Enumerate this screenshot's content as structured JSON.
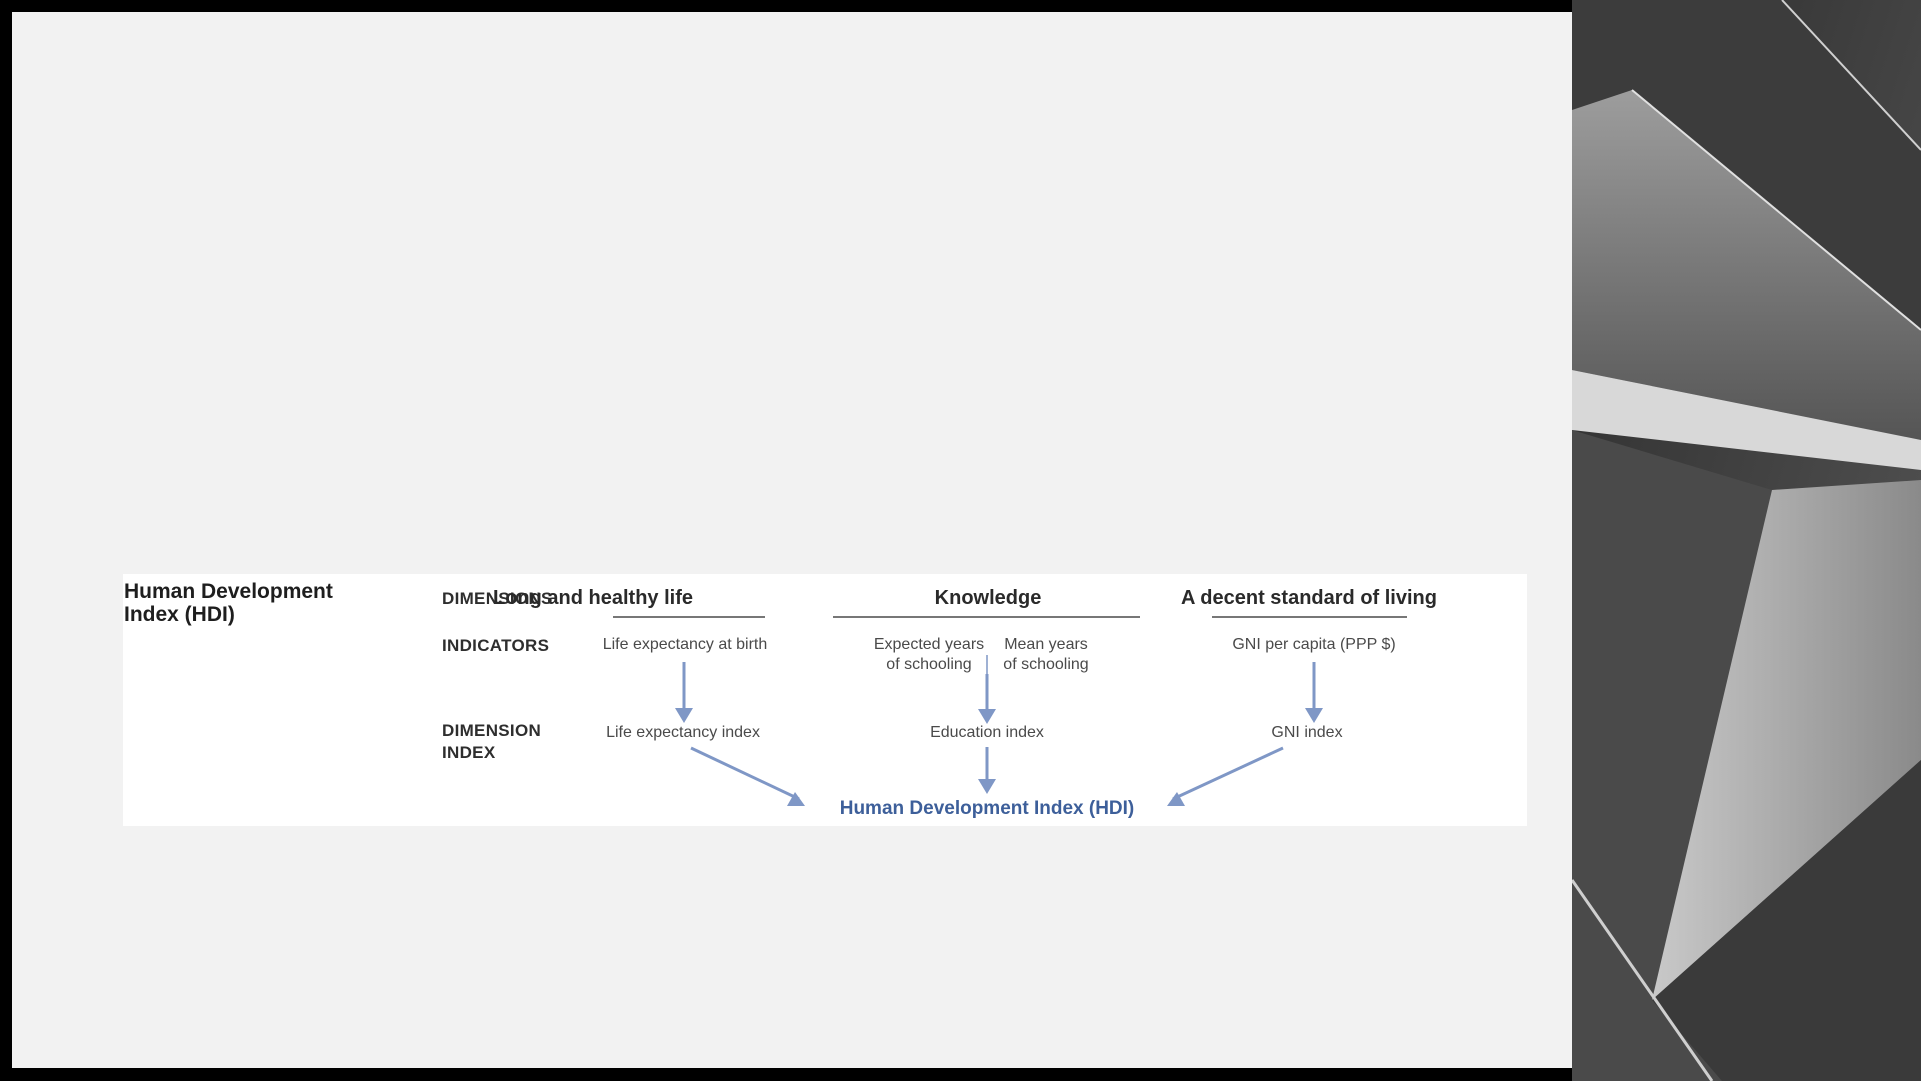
{
  "diagram": {
    "title": "Human Development Index (HDI)",
    "row_labels": {
      "dimensions": "DIMENSIONS",
      "indicators": "INDICATORS",
      "dimension_index_1": "DIMENSION",
      "dimension_index_2": "INDEX"
    },
    "dimensions": [
      {
        "name": "Long and healthy life",
        "indicators": [
          "Life expectancy at birth"
        ],
        "index": "Life expectancy index"
      },
      {
        "name": "Knowledge",
        "indicators": [
          "Expected years of schooling",
          "Mean years of schooling"
        ],
        "index": "Education index"
      },
      {
        "name": "A decent standard of living",
        "indicators": [
          "GNI per capita (PPP $)"
        ],
        "index": "GNI index"
      }
    ],
    "knowledge_indicator_lines": {
      "expected_1": "Expected years",
      "expected_2": "of schooling",
      "mean_1": "Mean years",
      "mean_2": "of schooling"
    },
    "result": "Human Development Index (HDI)"
  },
  "colors": {
    "arrow": "#7f97c6",
    "result_text": "#3d5f9a",
    "slide_background": "#f2f2f2",
    "frame": "#000000"
  },
  "decor": {
    "photo": "grayscale-concrete-star-image"
  }
}
